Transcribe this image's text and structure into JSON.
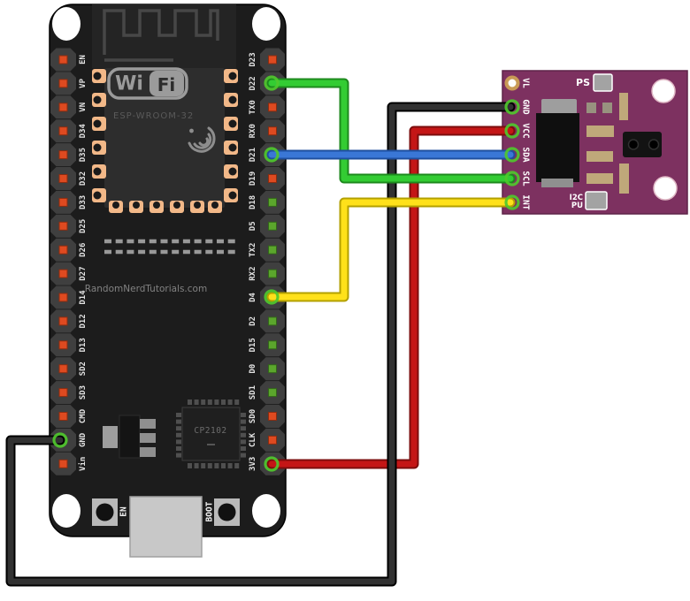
{
  "colors": {
    "canvas_bg": "#ffffff",
    "esp_board": "#1c1c1c",
    "esp_board_edge": "#000000",
    "esp_antenna_panel": "#242424",
    "antenna_trace": "#474747",
    "esp_module_shield": "#2d2d2d",
    "pin_plate": "#3f3f3f",
    "pin_dot_red": "#de4a20",
    "pin_dot_red_edge": "#8c2c10",
    "pin_dot_green": "#5ba62c",
    "pin_dot_green_edge": "#33661a",
    "copper_pad": "#f2b888",
    "pad_hole": "#1a1a1a",
    "silkscreen_gray": "#999999",
    "logo_gray": "#9b9b9b",
    "usb_gray": "#c8c8c8",
    "button_pad": "#b9b9b9",
    "sensor_board": "#7d3160",
    "sensor_board_edge": "#5e2449",
    "tan_component": "#bfa87a",
    "gray_component": "#9e9e9e",
    "jumper_pad": "#a3a3a3",
    "endpoint_ring": "#4fc82d",
    "vl_ring": "#c89a55",
    "wire_red_core": "#c41616",
    "wire_red_edge": "#7c0d0d",
    "wire_black_core": "#323232",
    "wire_black_edge": "#000000",
    "wire_green_core": "#33cc33",
    "wire_green_edge": "#1d8a1d",
    "wire_blue_core": "#3a77d6",
    "wire_blue_edge": "#1f4f9e",
    "wire_yellow_core": "#ffe11a",
    "wire_yellow_edge": "#b3a000"
  },
  "esp32": {
    "module_name": "ESP-WROOM-32",
    "wifi_logo": {
      "left": "Wi",
      "right": "Fi"
    },
    "watermark": "RandomNerdTutorials.com",
    "usb_chip_label": "CP2102",
    "buttons": [
      {
        "label": "EN"
      },
      {
        "label": "BOOT"
      }
    ],
    "left_pins": [
      {
        "label": "EN",
        "dot": "red"
      },
      {
        "label": "VP",
        "dot": "red"
      },
      {
        "label": "VN",
        "dot": "red"
      },
      {
        "label": "D34",
        "dot": "red"
      },
      {
        "label": "D35",
        "dot": "red"
      },
      {
        "label": "D32",
        "dot": "red"
      },
      {
        "label": "D33",
        "dot": "red"
      },
      {
        "label": "D25",
        "dot": "red"
      },
      {
        "label": "D26",
        "dot": "red"
      },
      {
        "label": "D27",
        "dot": "red"
      },
      {
        "label": "D14",
        "dot": "red"
      },
      {
        "label": "D12",
        "dot": "red"
      },
      {
        "label": "D13",
        "dot": "red"
      },
      {
        "label": "SD2",
        "dot": "red"
      },
      {
        "label": "SD3",
        "dot": "red"
      },
      {
        "label": "CMD",
        "dot": "red"
      },
      {
        "label": "GND",
        "dot": "wire"
      },
      {
        "label": "Vin",
        "dot": "red"
      }
    ],
    "right_pins": [
      {
        "label": "D23",
        "dot": "red"
      },
      {
        "label": "D22",
        "dot": "wire"
      },
      {
        "label": "TX0",
        "dot": "red"
      },
      {
        "label": "RX0",
        "dot": "red"
      },
      {
        "label": "D21",
        "dot": "wire"
      },
      {
        "label": "D19",
        "dot": "red"
      },
      {
        "label": "D18",
        "dot": "green"
      },
      {
        "label": "D5",
        "dot": "green"
      },
      {
        "label": "TX2",
        "dot": "green"
      },
      {
        "label": "RX2",
        "dot": "green"
      },
      {
        "label": "D4",
        "dot": "wire"
      },
      {
        "label": "D2",
        "dot": "green"
      },
      {
        "label": "D15",
        "dot": "green"
      },
      {
        "label": "D0",
        "dot": "green"
      },
      {
        "label": "SD1",
        "dot": "green"
      },
      {
        "label": "SD0",
        "dot": "red"
      },
      {
        "label": "CLK",
        "dot": "red"
      },
      {
        "label": "3V3",
        "dot": "wire"
      }
    ]
  },
  "sensor": {
    "pins": [
      {
        "label": "VL",
        "wire": null
      },
      {
        "label": "GND",
        "wire": "black"
      },
      {
        "label": "VCC",
        "wire": "red"
      },
      {
        "label": "SDA",
        "wire": "blue"
      },
      {
        "label": "SCL",
        "wire": "green"
      },
      {
        "label": "INT",
        "wire": "yellow"
      }
    ],
    "jumper_labels": {
      "ps": "PS",
      "i2c": "I2C",
      "pu": "PU"
    }
  },
  "wires": [
    {
      "name": "ground",
      "color": "black",
      "from": "ESP32 GND",
      "to": "sensor GND"
    },
    {
      "name": "power",
      "color": "red",
      "from": "ESP32 3V3",
      "to": "sensor VCC"
    },
    {
      "name": "scl",
      "color": "green",
      "from": "ESP32 D22",
      "to": "sensor SCL"
    },
    {
      "name": "sda",
      "color": "blue",
      "from": "ESP32 D21",
      "to": "sensor SDA"
    },
    {
      "name": "interrupt",
      "color": "yellow",
      "from": "ESP32 D4",
      "to": "sensor INT"
    }
  ]
}
